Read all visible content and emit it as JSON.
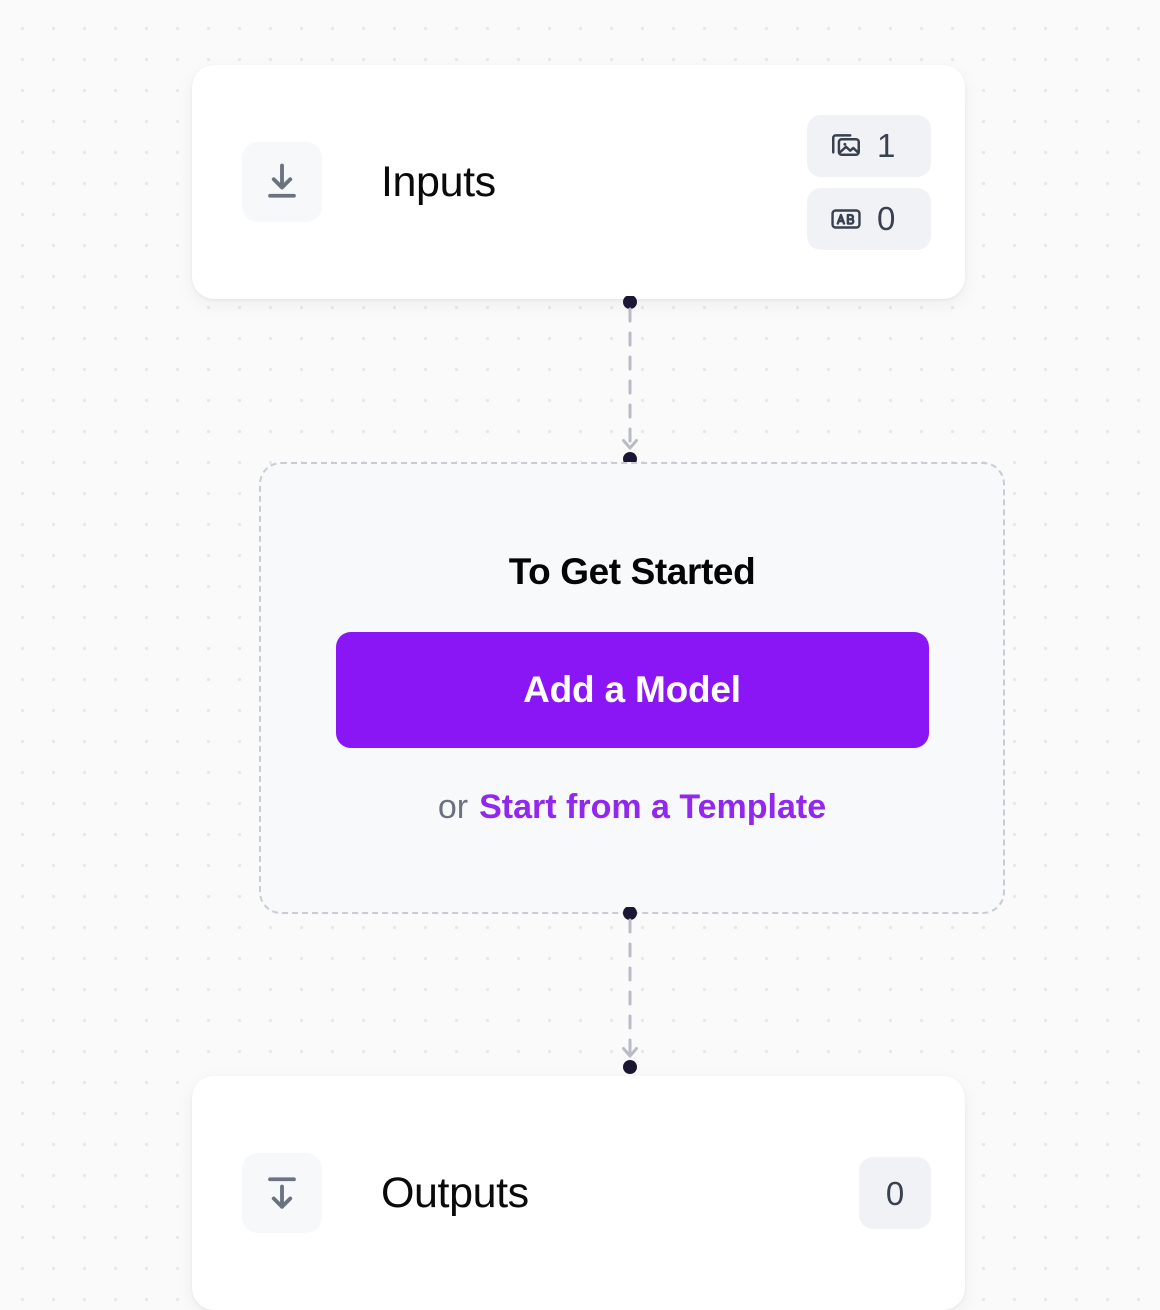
{
  "canvas": {
    "background_color": "#fafafb",
    "dot_color": "#e7e8ea"
  },
  "theme": {
    "accent_purple": "#8b16f5",
    "link_purple": "#9227ee",
    "node_bg": "#ffffff",
    "badge_bg": "#f1f2f5",
    "badge_text": "#394150",
    "placeholder_bg": "#f8f9fb",
    "placeholder_border": "#c9ccd3",
    "connector_color": "#b9bcc4",
    "connector_dot": "#1b1733"
  },
  "nodes": {
    "inputs": {
      "title": "Inputs",
      "icon": "arrow-down-to-line-icon",
      "badges": [
        {
          "icon": "images-icon",
          "value": "1"
        },
        {
          "icon": "ab-text-icon",
          "value": "0"
        }
      ]
    },
    "get_started": {
      "heading": "To Get Started",
      "primary_button": "Add a Model",
      "or_text": "or",
      "template_link": "Start from a Template"
    },
    "outputs": {
      "title": "Outputs",
      "icon": "line-to-arrow-down-icon",
      "badges": [
        {
          "icon": "none",
          "value": "0"
        }
      ]
    }
  },
  "connectors": [
    {
      "name": "inputs-to-get-started",
      "style": "dashed",
      "arrow": "down"
    },
    {
      "name": "get-started-to-outputs",
      "style": "dashed",
      "arrow": "down"
    }
  ]
}
